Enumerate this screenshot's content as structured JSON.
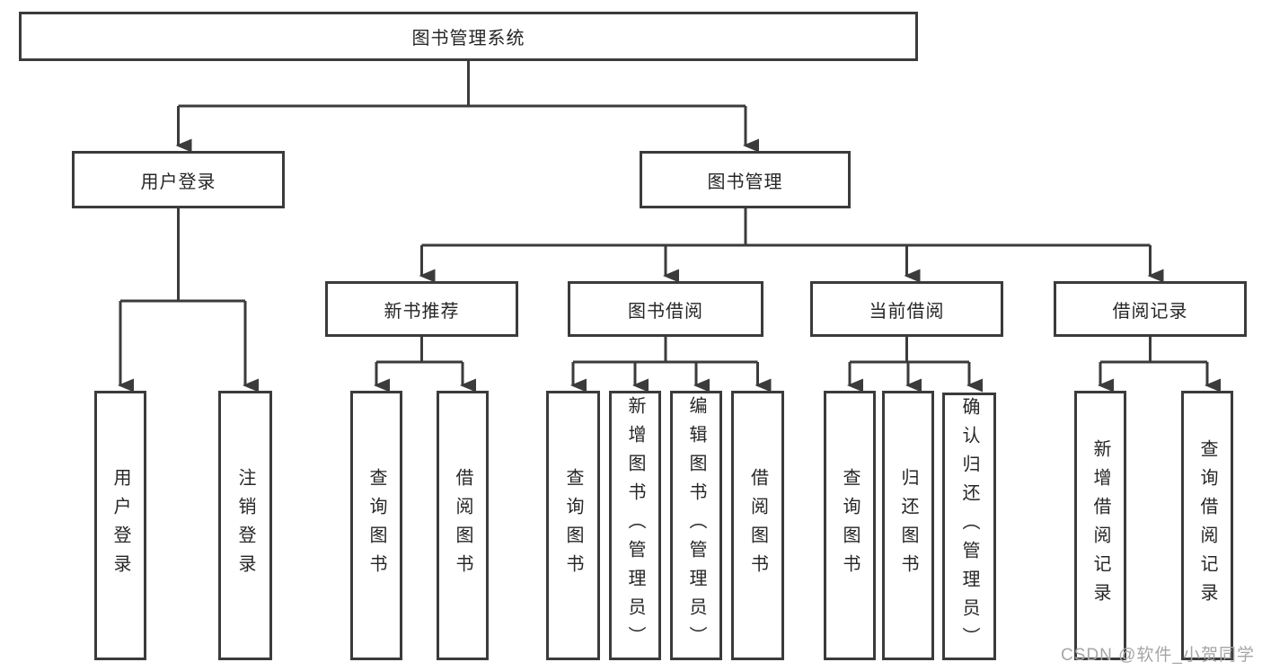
{
  "diagram": {
    "type": "tree",
    "colors": {
      "line": "#3b3b3b",
      "box_border": "#3b3b3b",
      "text": "#262626",
      "watermark": "#a6a6a6",
      "background": "#ffffff"
    },
    "tree": {
      "label": "图书管理系统",
      "children": [
        {
          "label": "用户登录",
          "children": [
            {
              "label": "用户登录"
            },
            {
              "label": "注销登录"
            }
          ]
        },
        {
          "label": "图书管理",
          "children": [
            {
              "label": "新书推荐",
              "children": [
                {
                  "label": "查询图书"
                },
                {
                  "label": "借阅图书"
                }
              ]
            },
            {
              "label": "图书借阅",
              "children": [
                {
                  "label": "查询图书"
                },
                {
                  "label": "新增图书（管理员）"
                },
                {
                  "label": "编辑图书（管理员）"
                },
                {
                  "label": "借阅图书"
                }
              ]
            },
            {
              "label": "当前借阅",
              "children": [
                {
                  "label": "查询图书"
                },
                {
                  "label": "归还图书"
                },
                {
                  "label": "确认归还（管理员）"
                }
              ]
            },
            {
              "label": "借阅记录",
              "children": [
                {
                  "label": "新增借阅记录"
                },
                {
                  "label": "查询借阅记录"
                }
              ]
            }
          ]
        }
      ]
    },
    "watermark": "CSDN @软件_小贺同学"
  }
}
